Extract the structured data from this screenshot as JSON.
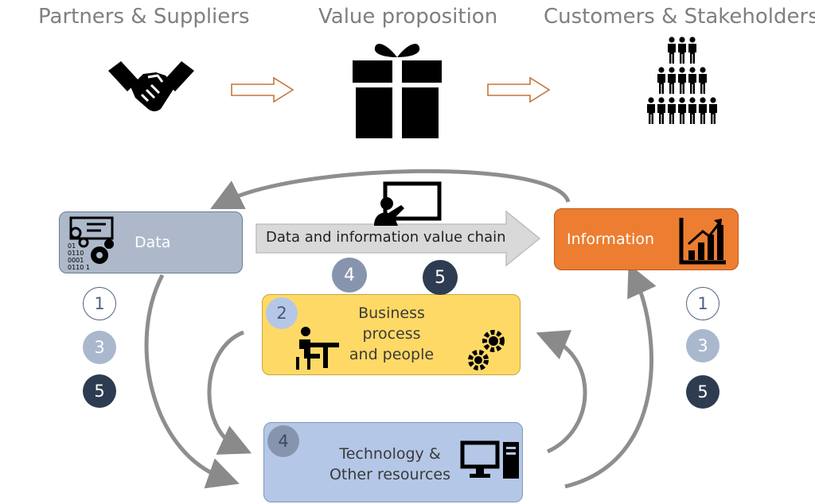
{
  "headings": {
    "partners": "Partners & Suppliers",
    "value": "Value proposition",
    "customers": "Customers & Stakeholders"
  },
  "boxes": {
    "data": "Data",
    "information": "Information",
    "value_chain": "Data and information value chain",
    "business_line1": "Business process",
    "business_line2": "and people",
    "tech_line1": "Technology &",
    "tech_line2": "Other resources"
  },
  "badges": {
    "business": "2",
    "tech": "4",
    "chain_left": "4",
    "chain_right": "5"
  },
  "left_numbers": [
    "1",
    "3",
    "5"
  ],
  "right_numbers": [
    "1",
    "3",
    "5"
  ],
  "data_icon_bits": [
    "01",
    "0110",
    "0001",
    "0110 1"
  ],
  "colors": {
    "data_box": "#adb9ca",
    "information_box": "#ed7d31",
    "business_box": "#ffd966",
    "tech_box": "#b4c7e7",
    "heading": "#7f7f7f"
  },
  "icons": [
    "handshake-icon",
    "gift-icon",
    "crowd-icon",
    "presentation-icon",
    "bar-chart-icon",
    "gears-icon",
    "desk-worker-icon",
    "computer-icon",
    "data-gears-icon"
  ]
}
